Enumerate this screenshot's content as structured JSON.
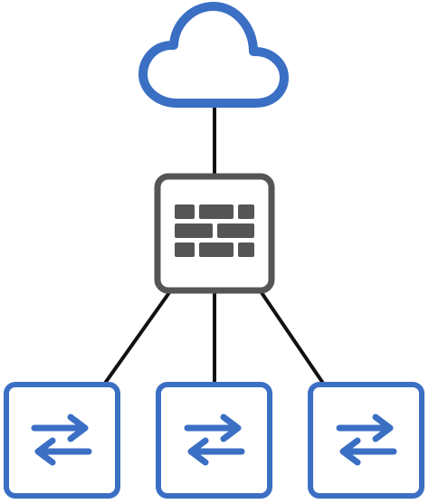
{
  "diagram": {
    "colors": {
      "background": "#ffffff",
      "accent_blue": "#3a6fc4",
      "firewall_gray": "#555555",
      "link_black": "#111111"
    },
    "nodes": [
      {
        "id": "cloud",
        "icon": "cloud-icon"
      },
      {
        "id": "firewall",
        "icon": "firewall-icon"
      },
      {
        "id": "switch-1",
        "icon": "switch-icon"
      },
      {
        "id": "switch-2",
        "icon": "switch-icon"
      },
      {
        "id": "switch-3",
        "icon": "switch-icon"
      }
    ],
    "links": [
      {
        "from": "cloud",
        "to": "firewall"
      },
      {
        "from": "firewall",
        "to": "switch-1"
      },
      {
        "from": "firewall",
        "to": "switch-2"
      },
      {
        "from": "firewall",
        "to": "switch-3"
      }
    ]
  }
}
